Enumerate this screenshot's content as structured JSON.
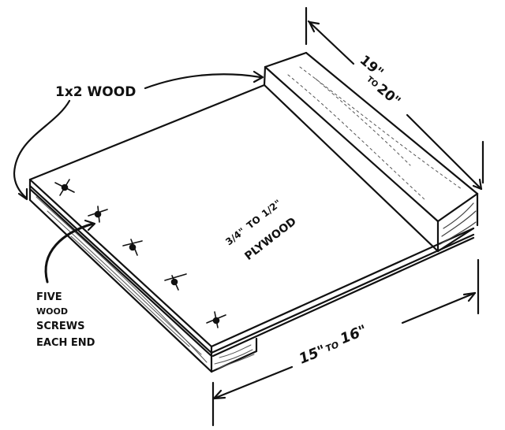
{
  "diagram": {
    "title": "Plywood board with 1x2 wood cleats (isometric sketch)",
    "colors": {
      "ink": "#111111",
      "paper": "#ffffff",
      "grain": "#555555"
    },
    "labels": {
      "cleat_callout": "1x2 WOOD",
      "length_dimension": {
        "from": "19\"",
        "to_word": "TO",
        "to": "20\""
      },
      "width_dimension": {
        "from": "15\"",
        "to_word": "TO",
        "to": "16\""
      },
      "plywood_thickness": {
        "from": "3/4\"",
        "to_word": "TO",
        "to": "1/2\""
      },
      "plywood_label": "PLYWOOD",
      "screw_note": [
        "FIVE",
        "WOOD",
        "SCREWS",
        "EACH END"
      ]
    },
    "parts": [
      {
        "name": "plywood-board",
        "material": "plywood"
      },
      {
        "name": "cleat-top",
        "material": "1x2 wood"
      },
      {
        "name": "cleat-left",
        "material": "1x2 wood"
      }
    ],
    "screw_count_per_end": 5
  }
}
